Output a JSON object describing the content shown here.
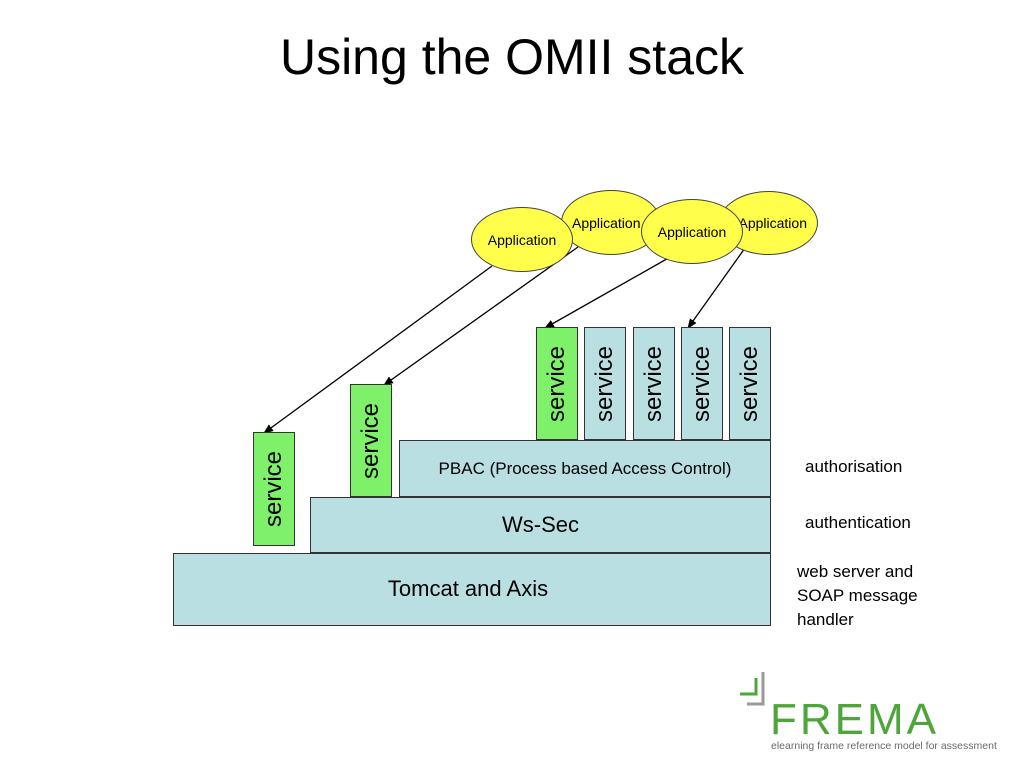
{
  "title": "Using the OMII stack",
  "layers": {
    "tomcat": "Tomcat and Axis",
    "wssec": "Ws-Sec",
    "pbac": "PBAC (Process based Access Control)"
  },
  "services": {
    "s1": "service",
    "s2": "service",
    "s3": "service",
    "s4": "service",
    "s5": "service",
    "s6": "service",
    "s7": "service"
  },
  "side_labels": {
    "authorisation": "authorisation",
    "authentication": "authentication",
    "webserver": "web server and SOAP message handler"
  },
  "applications": [
    "Application",
    "Application",
    "Application",
    "Application"
  ],
  "logo": {
    "name": "FREMA",
    "tagline": "elearning frame reference model for assessment"
  },
  "colors": {
    "layer_fill": "#b9dfe3",
    "service_green": "#7ff06a",
    "application_yellow": "#fffe4b",
    "logo_green": "#4ea63a"
  }
}
